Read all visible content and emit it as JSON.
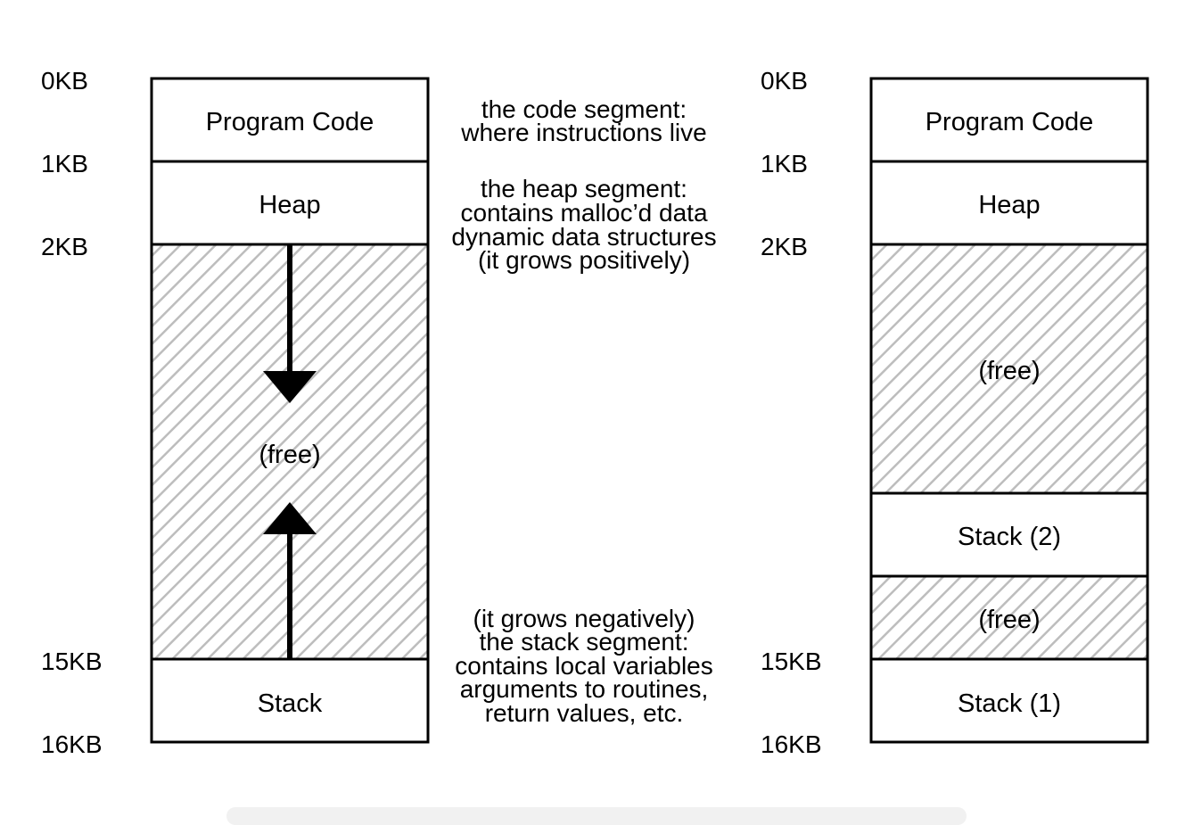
{
  "left_space": {
    "addresses": [
      "0KB",
      "1KB",
      "2KB",
      "15KB",
      "16KB"
    ],
    "segments": {
      "code": "Program Code",
      "heap": "Heap",
      "free": "(free)",
      "stack": "Stack"
    }
  },
  "annotations": {
    "code": [
      "the code segment:",
      "where instructions live"
    ],
    "heap": [
      "the heap segment:",
      "contains malloc’d data",
      "dynamic data structures",
      "(it grows positively)"
    ],
    "stack": [
      "(it grows negatively)",
      "the stack segment:",
      "contains local variables",
      "arguments to routines,",
      "return values, etc."
    ]
  },
  "right_space": {
    "addresses": [
      "0KB",
      "1KB",
      "2KB",
      "15KB",
      "16KB"
    ],
    "segments": {
      "code": "Program Code",
      "heap": "Heap",
      "free_upper": "(free)",
      "stack2": "Stack (2)",
      "free_lower": "(free)",
      "stack1": "Stack (1)"
    }
  },
  "colors": {
    "stroke": "#000000",
    "hatch": "#bdbdbd",
    "background": "#ffffff"
  }
}
